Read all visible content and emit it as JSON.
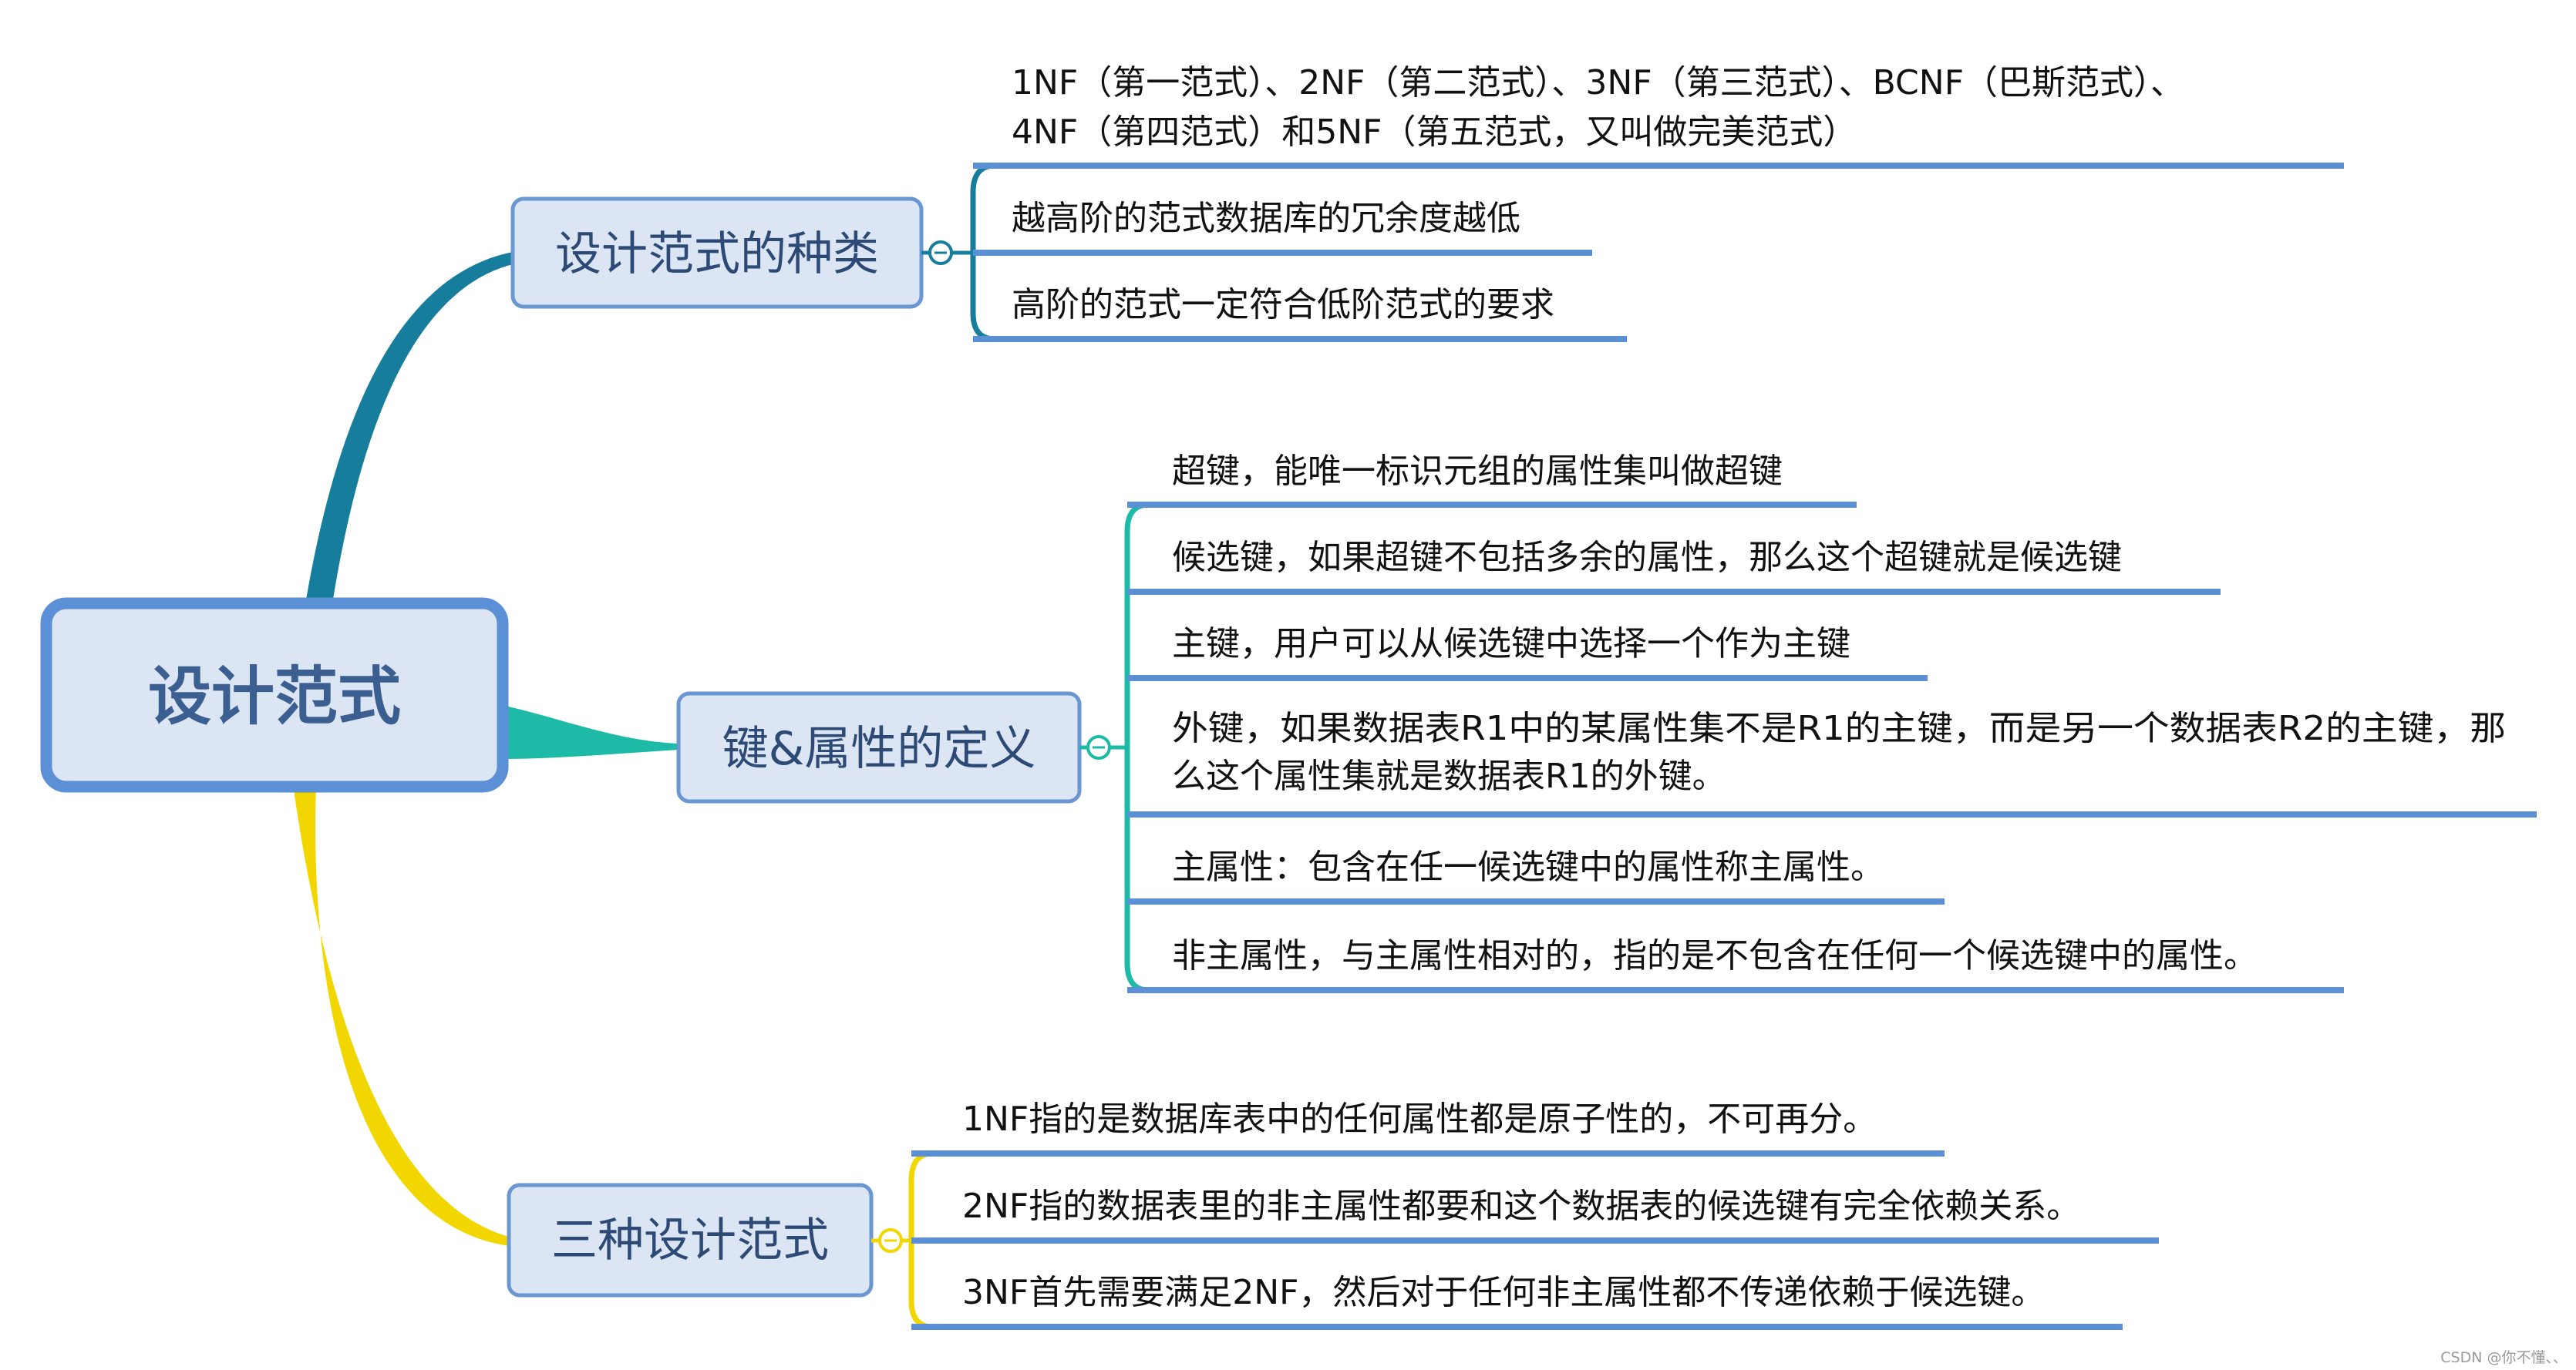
{
  "root": {
    "title": "设计范式"
  },
  "branches": [
    {
      "title": "设计范式的种类",
      "color": "#177d9c",
      "items": [
        {
          "lines": [
            "1NF（第一范式）、2NF（第二范式）、3NF（第三范式）、BCNF（巴斯范式）、",
            "4NF（第四范式）和5NF（第五范式，又叫做完美范式）"
          ]
        },
        {
          "lines": [
            "越高阶的范式数据库的冗余度越低"
          ]
        },
        {
          "lines": [
            "高阶的范式一定符合低阶范式的要求"
          ]
        }
      ]
    },
    {
      "title": "键&属性的定义",
      "color": "#1ebaa8",
      "items": [
        {
          "lines": [
            "超键，能唯一标识元组的属性集叫做超键"
          ]
        },
        {
          "lines": [
            "候选键，如果超键不包括多余的属性，那么这个超键就是候选键"
          ]
        },
        {
          "lines": [
            "主键，用户可以从候选键中选择一个作为主键"
          ]
        },
        {
          "lines": [
            "外键，如果数据表R1中的某属性集不是R1的主键，而是另一个数据表R2的主键，那",
            "么这个属性集就是数据表R1的外键。"
          ]
        },
        {
          "lines": [
            "主属性：包含在任一候选键中的属性称主属性。"
          ]
        },
        {
          "lines": [
            "非主属性，与主属性相对的，指的是不包含在任何一个候选键中的属性。"
          ]
        }
      ]
    },
    {
      "title": "三种设计范式",
      "color": "#f2d600",
      "items": [
        {
          "lines": [
            "1NF指的是数据库表中的任何属性都是原子性的，不可再分。"
          ]
        },
        {
          "lines": [
            "2NF指的数据表里的非主属性都要和这个数据表的候选键有完全依赖关系。"
          ]
        },
        {
          "lines": [
            "3NF首先需要满足2NF，然后对于任何非主属性都不传递依赖于候选键。"
          ]
        }
      ]
    }
  ],
  "watermark": "CSDN @你不懂、、",
  "colors": {
    "box_fill": "#dbe5f3",
    "box_border": "#6a96d1",
    "underline": "#5b8fd6",
    "root_text": "#3b5f91",
    "branch_text": "#2c4a75"
  }
}
